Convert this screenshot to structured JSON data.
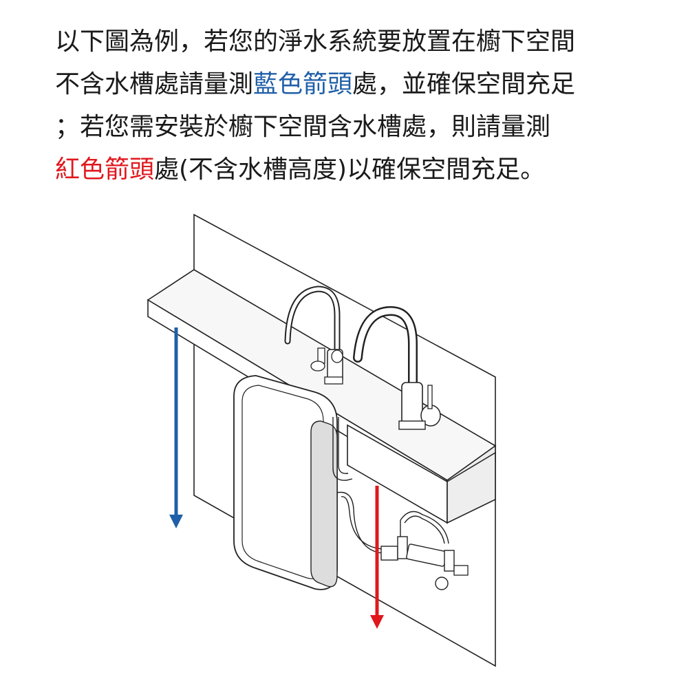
{
  "instruction": {
    "line1": "以下圖為例，若您的淨水系統要放置在櫥下空間",
    "line2_a": "不含水槽處請量測",
    "line2_blue": "藍色箭頭",
    "line2_b": "處，並確保空間充足",
    "line3": "；若您需安裝於櫥下空間含水槽處，則請量測",
    "line4_red": "紅色箭頭",
    "line4_b": "處(不含水槽高度)以確保空間充足。"
  },
  "colors": {
    "blue_arrow": "#1f5fa8",
    "red_arrow": "#e0181e",
    "outline": "#222222",
    "fill": "#f5f5f5"
  }
}
